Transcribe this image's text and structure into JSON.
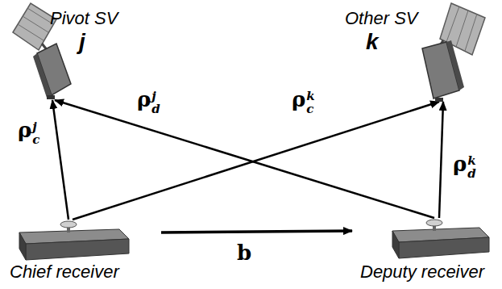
{
  "diagram": {
    "nodes": [
      {
        "text": [
          "Pivot SV",
          "j"
        ]
      },
      {
        "text": [
          "Other SV",
          "k"
        ]
      },
      {
        "text": [
          "Chief receiver"
        ]
      },
      {
        "text": [
          "Deputy receiver"
        ]
      }
    ],
    "edges": [
      {
        "from": 2,
        "to": 0,
        "arrow": "to",
        "label": "ρcj"
      },
      {
        "from": 3,
        "to": 0,
        "arrow": "to",
        "label": "ρdj"
      },
      {
        "from": 2,
        "to": 1,
        "arrow": "to",
        "label": "ρck"
      },
      {
        "from": 3,
        "to": 1,
        "arrow": "to",
        "label": "ρdk"
      },
      {
        "from": 2,
        "to": 3,
        "arrow": "to",
        "label": "b"
      }
    ]
  }
}
